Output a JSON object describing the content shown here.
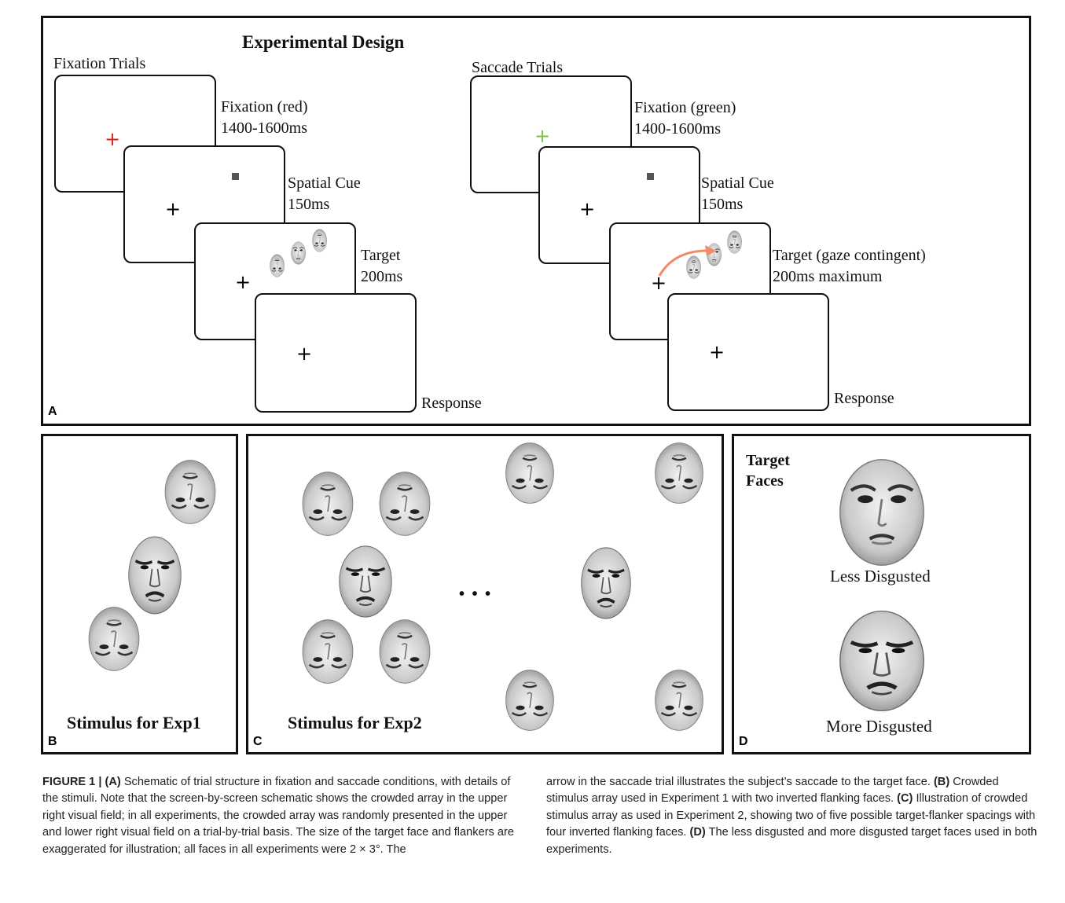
{
  "panelA": {
    "title": "Experimental Design",
    "letter": "A",
    "fixation": {
      "heading": "Fixation Trials",
      "step1_line1": "Fixation (red)",
      "step1_line2": "1400-1600ms",
      "step2_line1": "Spatial Cue",
      "step2_line2": "150ms",
      "step3_line1": "Target",
      "step3_line2": "200ms",
      "step4": "Response",
      "fix_color": "#e02020"
    },
    "saccade": {
      "heading": "Saccade Trials",
      "step1_line1": "Fixation (green)",
      "step1_line2": "1400-1600ms",
      "step2_line1": "Spatial Cue",
      "step2_line2": "150ms",
      "step3_line1": "Target (gaze contingent)",
      "step3_line2": "200ms maximum",
      "step4": "Response",
      "fix_color": "#7cc43a",
      "arrow_color": "#f08a6a"
    },
    "plus": "+"
  },
  "panelB": {
    "label": "Stimulus for Exp1",
    "letter": "B"
  },
  "panelC": {
    "label": "Stimulus for Exp2",
    "letter": "C",
    "ellipsis": "• • •"
  },
  "panelD": {
    "title_line1": "Target",
    "title_line2": "Faces",
    "face1": "Less Disgusted",
    "face2": "More Disgusted",
    "letter": "D"
  },
  "caption": {
    "fig": "FIGURE 1 | ",
    "a": "(A)",
    "left_text1": " Schematic of trial structure in fixation and saccade conditions, with details of the stimuli. Note that the screen-by-screen schematic shows the crowded array in the upper right visual field; in all experiments, the crowded array was randomly presented in the upper and lower right visual field on a trial-by-trial basis. The size of the target face and flankers are exaggerated for illustration; all faces in all experiments were 2 × 3°. The",
    "right_text1": "arrow in the saccade trial illustrates the subject’s saccade to the target face. ",
    "b": "(B)",
    "right_text2": " Crowded stimulus array used in Experiment 1 with two inverted flanking faces. ",
    "c": "(C)",
    "right_text3": " Illustration of crowded stimulus array as used in Experiment 2, showing two of five possible target-flanker spacings with four inverted flanking faces. ",
    "d": "(D)",
    "right_text4": " The less disgusted and more disgusted target faces used in both experiments."
  }
}
